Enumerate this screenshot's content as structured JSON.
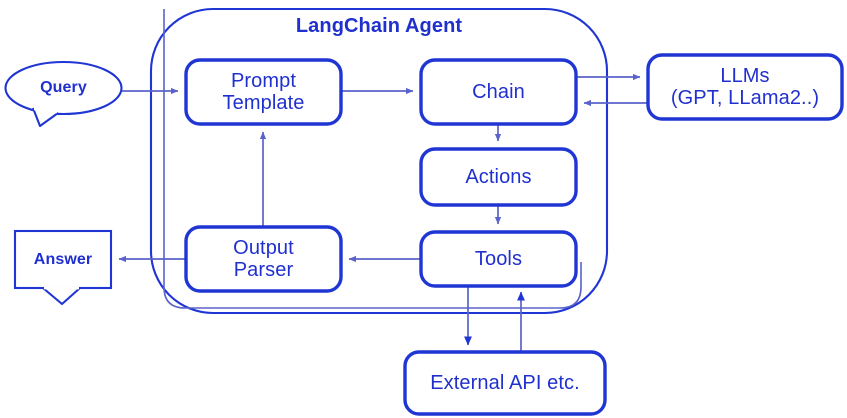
{
  "diagram": {
    "title": "LangChain Agent",
    "colors": {
      "node_stroke": "#1f35d4",
      "text": "#2030cf",
      "thin_connector": "#5a63c9",
      "background": "#ffffff"
    },
    "container": {
      "label": "LangChain Agent",
      "name": "langchain-agent-container"
    },
    "nodes": [
      {
        "id": "query",
        "label": "Query",
        "shape": "speech-ellipse"
      },
      {
        "id": "prompt",
        "label": "Prompt\nTemplate",
        "shape": "rounded-rect"
      },
      {
        "id": "chain",
        "label": "Chain",
        "shape": "rounded-rect"
      },
      {
        "id": "llms",
        "label": "LLMs\n(GPT, LLama2..)",
        "shape": "rounded-rect"
      },
      {
        "id": "actions",
        "label": "Actions",
        "shape": "rounded-rect"
      },
      {
        "id": "tools",
        "label": "Tools",
        "shape": "rounded-rect"
      },
      {
        "id": "outparser",
        "label": "Output\nParser",
        "shape": "rounded-rect"
      },
      {
        "id": "answer",
        "label": "Answer",
        "shape": "speech-rect"
      },
      {
        "id": "extapi",
        "label": "External API etc.",
        "shape": "rounded-rect"
      }
    ],
    "edges": [
      {
        "from": "query",
        "to": "prompt",
        "name": "edge-query-to-prompt"
      },
      {
        "from": "prompt",
        "to": "chain",
        "name": "edge-prompt-to-chain"
      },
      {
        "from": "chain",
        "to": "llms",
        "name": "edge-chain-to-llms"
      },
      {
        "from": "llms",
        "to": "chain",
        "name": "edge-llms-to-chain"
      },
      {
        "from": "chain",
        "to": "actions",
        "name": "edge-chain-to-actions"
      },
      {
        "from": "actions",
        "to": "tools",
        "name": "edge-actions-to-tools"
      },
      {
        "from": "tools",
        "to": "outparser",
        "name": "edge-tools-to-outparser"
      },
      {
        "from": "outparser",
        "to": "answer",
        "name": "edge-outparser-to-answer"
      },
      {
        "from": "outparser",
        "to": "prompt",
        "name": "edge-outparser-to-prompt"
      },
      {
        "from": "tools",
        "to": "extapi",
        "name": "edge-tools-to-externalapi"
      },
      {
        "from": "extapi",
        "to": "tools",
        "name": "edge-externalapi-to-tools"
      }
    ]
  }
}
